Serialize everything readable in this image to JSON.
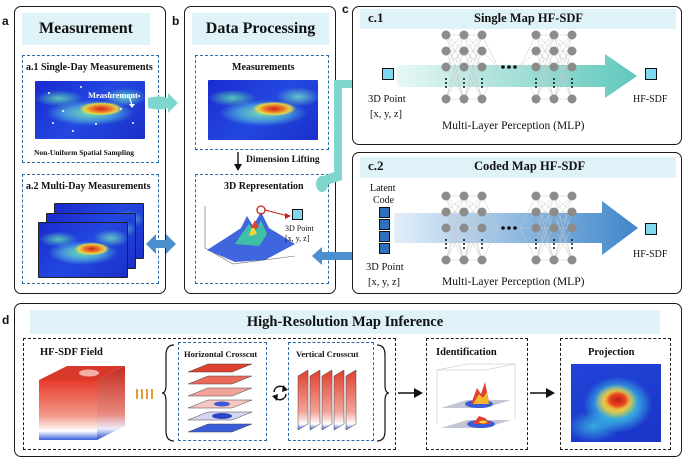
{
  "panels": {
    "a": {
      "letter": "a",
      "title": "Measurement",
      "single_day": "a.1 Single-Day Measurements",
      "measurement_label": "Measurement",
      "sampling_label": "Non-Uniform Spatial Sampling",
      "multi_day": "a.2 Multi-Day Measurements"
    },
    "b": {
      "letter": "b",
      "title": "Data Processing",
      "measurements": "Measurements",
      "dimension_lifting": "Dimension Lifting",
      "representation": "3D Representation",
      "point_label": "3D Point",
      "point_coords": "[x, y, z]"
    },
    "c": {
      "letter": "c",
      "c1_title": "c.1",
      "c1_name": "Single Map HF-SDF",
      "c1_point": "3D Point",
      "c1_coords": "[x, y, z]",
      "c1_mlp": "Multi-Layer Perception (MLP)",
      "c1_output": "HF-SDF",
      "c2_title": "c.2",
      "c2_name": "Coded Map HF-SDF",
      "c2_latent_1": "Latent",
      "c2_latent_2": "Code",
      "c2_point": "3D Point",
      "c2_coords": "[x, y, z]",
      "c2_mlp": "Multi-Layer Perception (MLP)",
      "c2_output": "HF-SDF"
    },
    "d": {
      "letter": "d",
      "title": "High-Resolution Map Inference",
      "field": "HF-SDF Field",
      "horizontal": "Horizontal Crosscut",
      "vertical": "Vertical Crosscut",
      "identification": "Identification",
      "projection": "Projection"
    }
  },
  "colors": {
    "header_bg": "#dff2f8",
    "arrow_teal": "#7fd6cc",
    "arrow_blue": "#4a90cf",
    "node": "#8c8c8c",
    "output_square": "#7fd8ee"
  }
}
